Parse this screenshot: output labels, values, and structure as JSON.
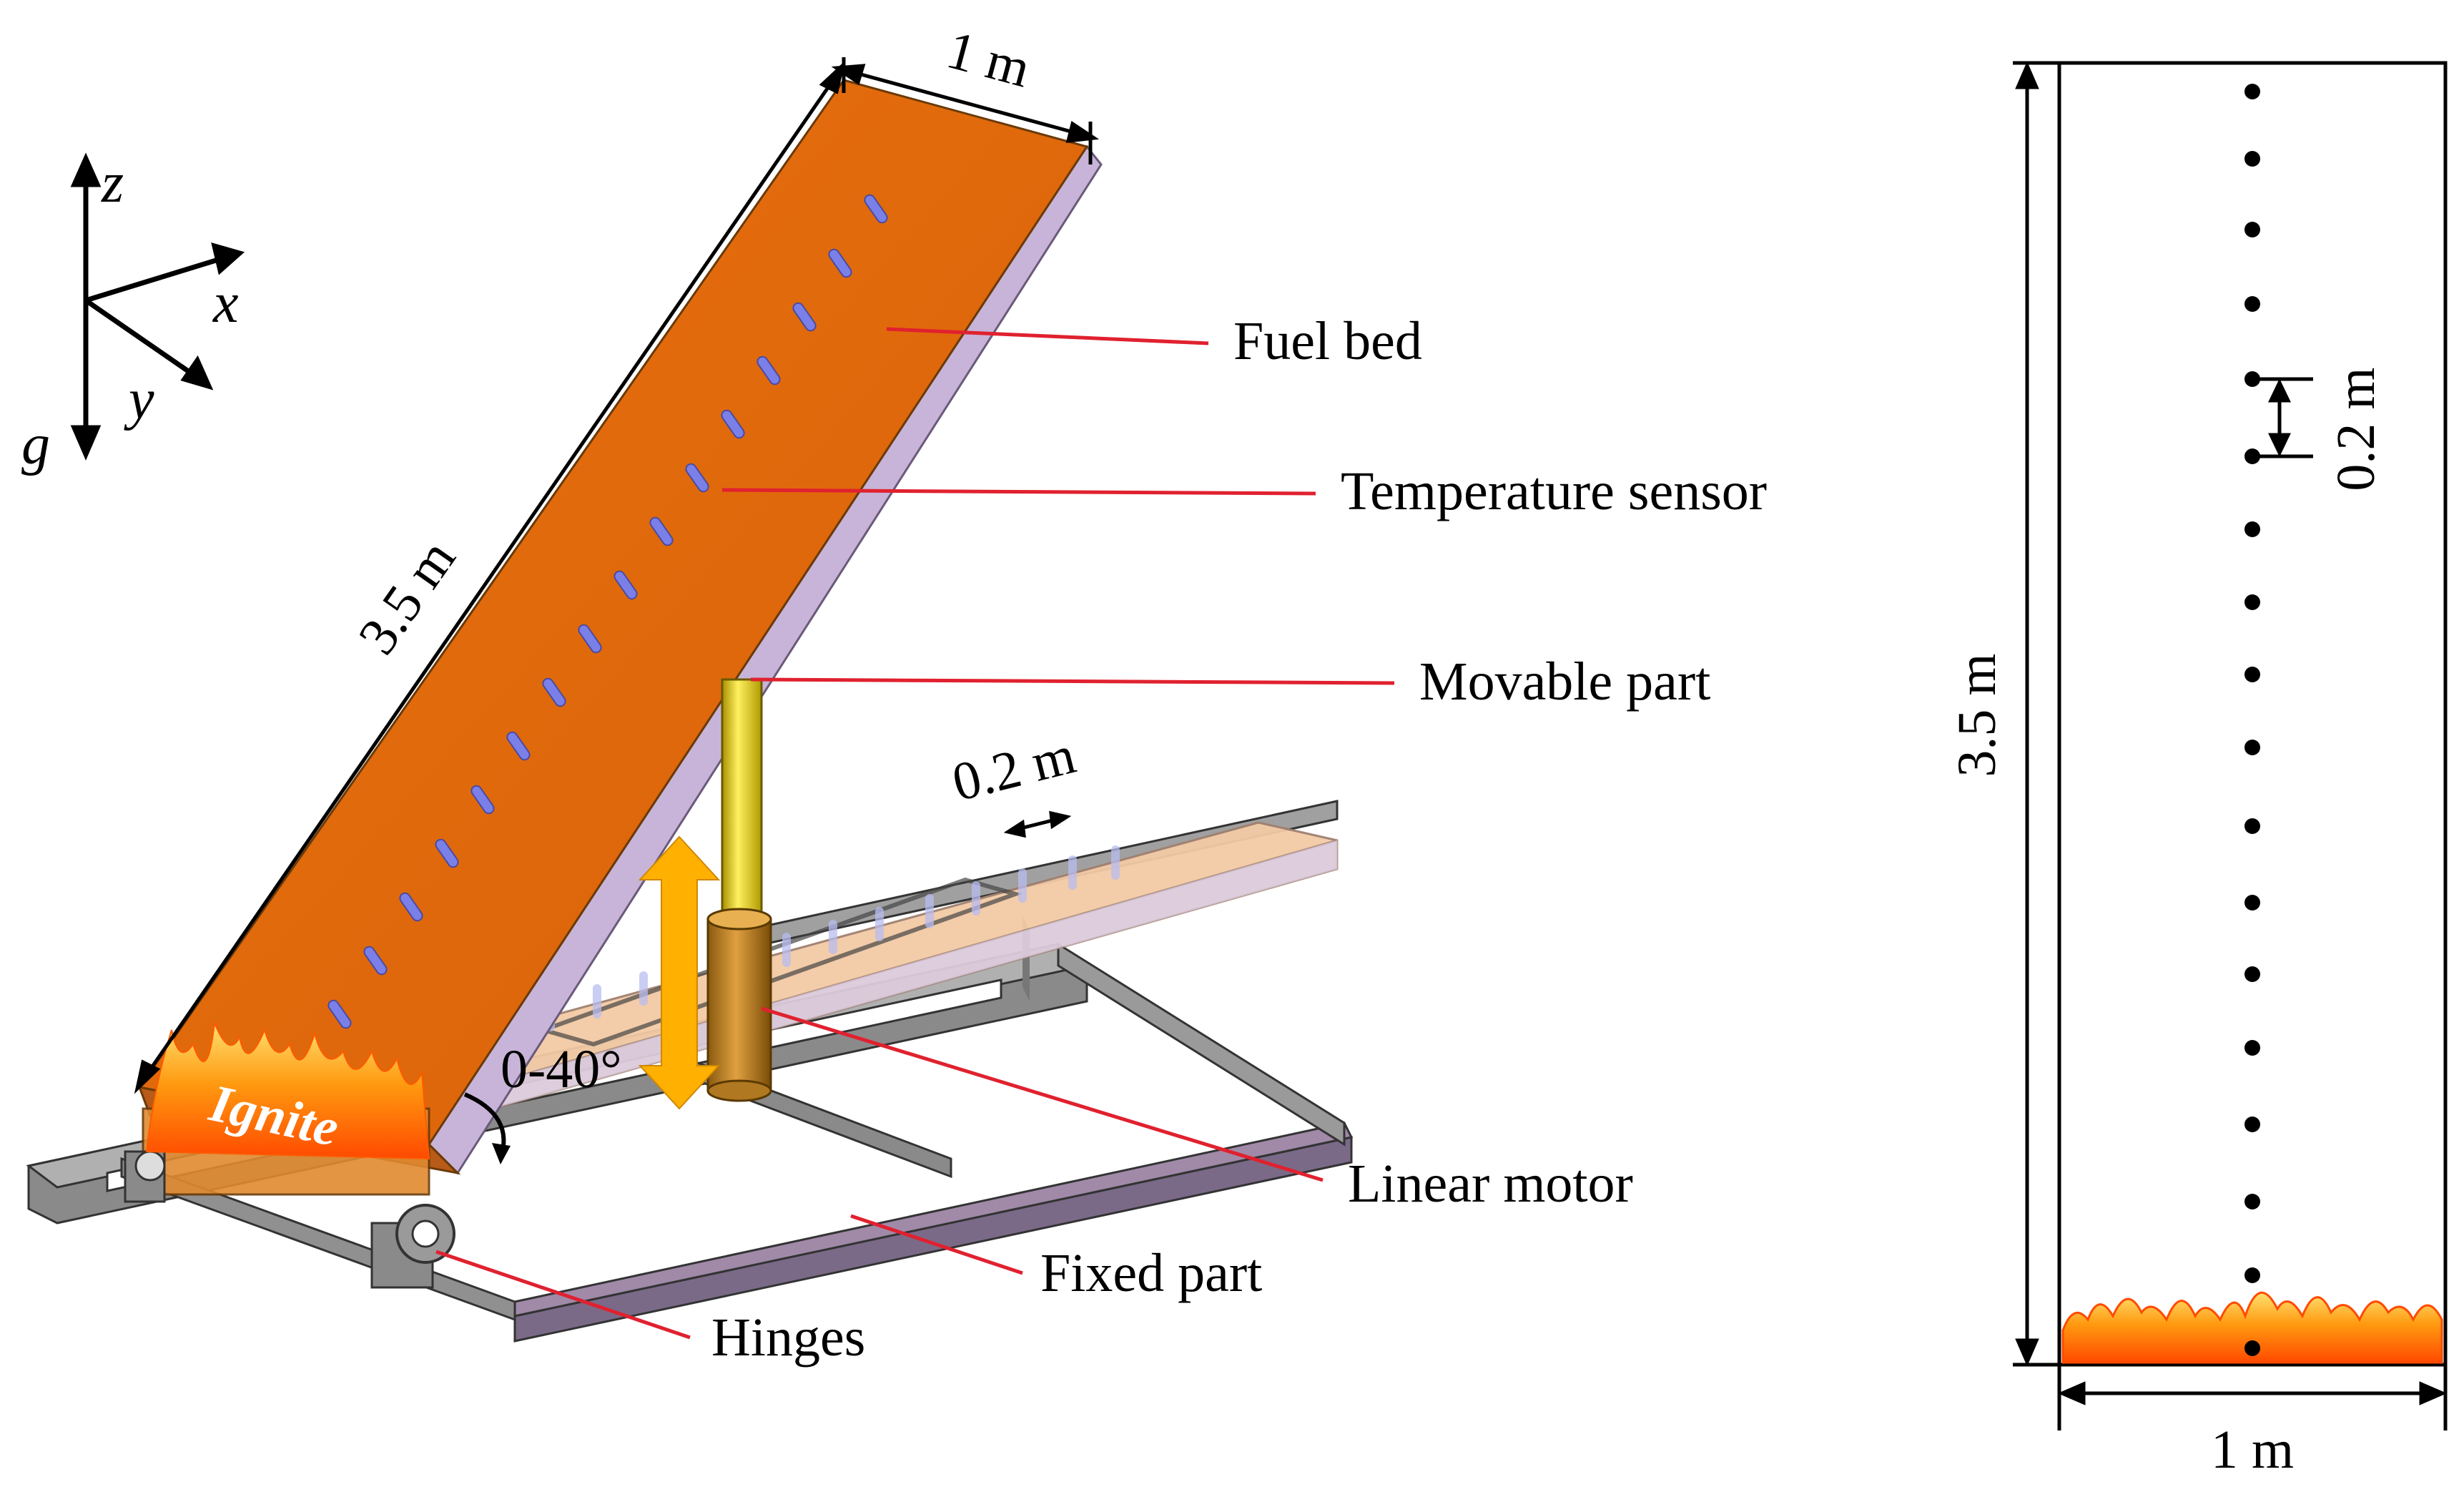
{
  "axes": {
    "z": "z",
    "x": "x",
    "y": "y",
    "g": "g"
  },
  "labels": {
    "fuel_bed": "Fuel bed",
    "temperature_sensor": "Temperature sensor",
    "movable_part": "Movable part",
    "linear_motor": "Linear motor",
    "fixed_part": "Fixed part",
    "hinges": "Hinges",
    "ignite": "Ignite"
  },
  "dimensions": {
    "bed_width": "1 m",
    "bed_length": "3.5 m",
    "sensor_spacing_3d": "0.2 m",
    "angle_range": "0-40°",
    "plan_length": "3.5 m",
    "plan_width": "1 m",
    "plan_spacing": "0.2 m"
  },
  "colors": {
    "fuel_bed": "#e06a0c",
    "bed_edge": "#c8b4d8",
    "flame": "#ff7a00",
    "frame": "#6a6a6a",
    "arrow": "#ffb000",
    "rod": "#e8d000",
    "sensor": "#7a80e8",
    "callout_line": "#e0212f"
  },
  "icons": [
    "flame-icon",
    "double-arrow-icon",
    "sensor-rod-icon",
    "dot-marker"
  ]
}
